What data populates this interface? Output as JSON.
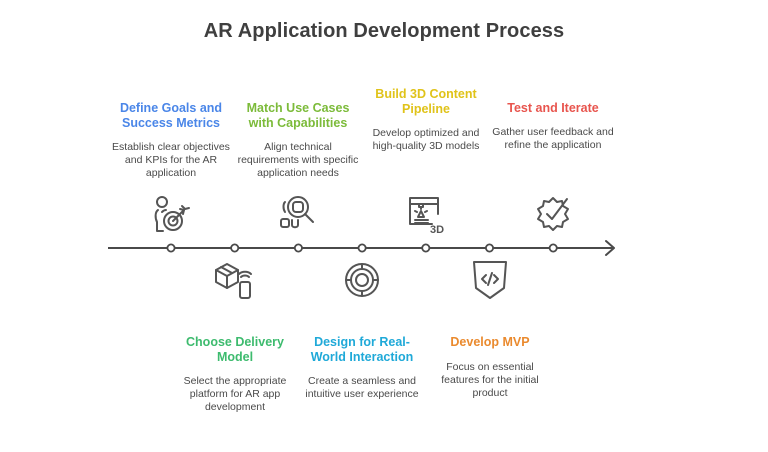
{
  "title": "AR Application Development Process",
  "colors": {
    "line": "#4a4a4a",
    "icon": "#555555",
    "text": "#4a4a4a"
  },
  "steps": [
    {
      "order": 1,
      "position": "top",
      "heading": "Define Goals and Success Metrics",
      "description": "Establish clear objectives and KPIs for the AR application",
      "color": "#4a86e8",
      "icon": "person-target-icon"
    },
    {
      "order": 2,
      "position": "bottom",
      "heading": "Choose Delivery Model",
      "description": "Select the appropriate platform for AR app development",
      "color": "#3dbb6e",
      "icon": "box-device-icon"
    },
    {
      "order": 3,
      "position": "top",
      "heading": "Match Use Cases with Capabilities",
      "description": "Align technical requirements with specific application needs",
      "color": "#7cbb3a",
      "icon": "search-shapes-icon"
    },
    {
      "order": 4,
      "position": "bottom",
      "heading": "Design for Real-World Interaction",
      "description": "Create a seamless and intuitive user experience",
      "color": "#1fa9d8",
      "icon": "circular-control-icon"
    },
    {
      "order": 5,
      "position": "top",
      "heading": "Build 3D Content Pipeline",
      "description": "Develop optimized and high-quality 3D models",
      "color": "#e0c31a",
      "icon": "3d-printer-icon"
    },
    {
      "order": 6,
      "position": "bottom",
      "heading": "Develop MVP",
      "description": "Focus on essential features for the initial product",
      "color": "#ea8a2e",
      "icon": "code-shield-icon"
    },
    {
      "order": 7,
      "position": "top",
      "heading": "Test and Iterate",
      "description": "Gather user feedback and refine the application",
      "color": "#e8554e",
      "icon": "gear-check-icon"
    }
  ]
}
